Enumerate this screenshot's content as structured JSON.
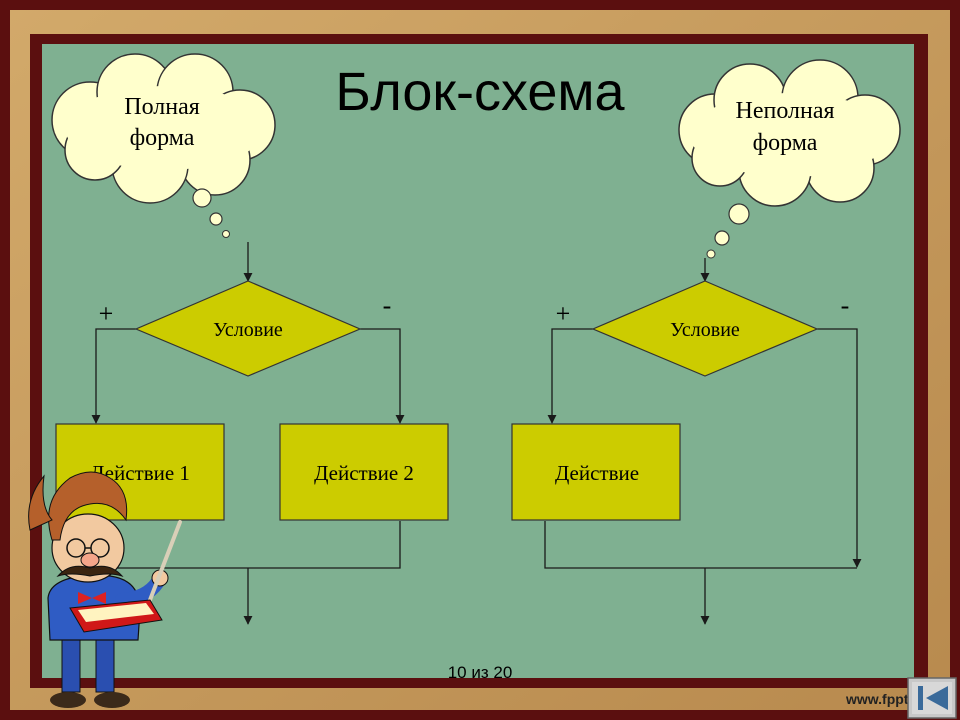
{
  "slide": {
    "title": "Блок-схема",
    "page_counter": "10 из 20",
    "footer_url": "www.fppt."
  },
  "clouds": {
    "left": {
      "line1": "Полная",
      "line2": "форма"
    },
    "right": {
      "line1": "Неполная",
      "line2": "форма"
    }
  },
  "full_form": {
    "condition": "Условие",
    "plus": "+",
    "minus": "-",
    "action1": "Действие 1",
    "action2": "Действие 2"
  },
  "partial_form": {
    "condition": "Условие",
    "plus": "+",
    "minus": "-",
    "action": "Действие"
  },
  "colors": {
    "board": "#7fb091",
    "frame_outer": "#5b0f0f",
    "frame_wood": "#c49b5e",
    "block_fill": "#cccc00",
    "line": "#1a1a1a"
  },
  "icons": {
    "nav": "back-triangle-icon",
    "character": "teacher-illustration"
  }
}
